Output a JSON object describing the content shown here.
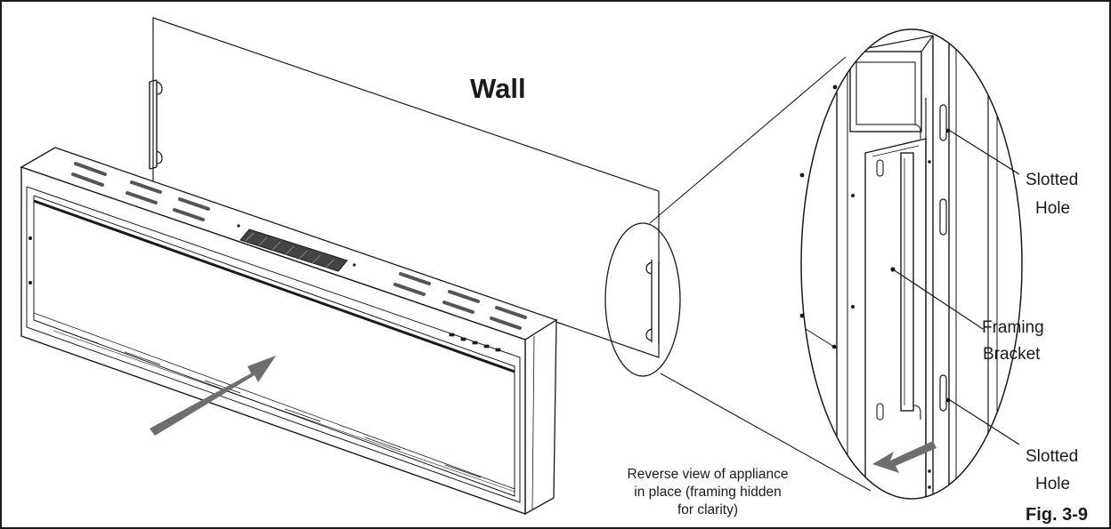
{
  "labels": {
    "wall": "Wall",
    "slotted_hole_top": [
      "Slotted",
      "Hole"
    ],
    "framing_bracket": [
      "Framing",
      "Bracket"
    ],
    "slotted_hole_bottom": [
      "Slotted",
      "Hole"
    ],
    "caption": [
      "Reverse view of appliance",
      "in place (framing hidden",
      "for clarity)"
    ],
    "figure": "Fig. 3-9"
  },
  "colors": {
    "line": "#1a1a1a",
    "arrow": "#6e6e6e",
    "vent": "#555555",
    "wall_fill": "#ffffff"
  },
  "icons": {
    "install_arrow": "arrow-up-right-icon",
    "detail_arrow": "arrow-down-left-icon"
  }
}
